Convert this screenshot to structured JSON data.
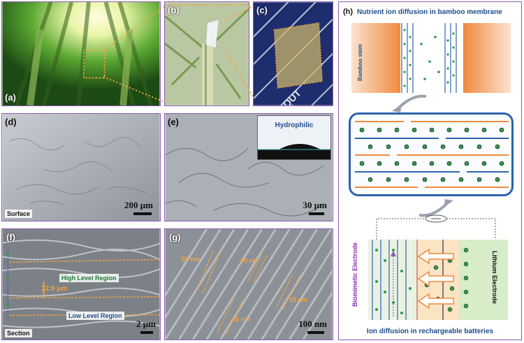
{
  "panels": {
    "a": {
      "label": "(a)"
    },
    "b": {
      "label": "(b)"
    },
    "c": {
      "label": "(c)",
      "watermark": "QUT"
    },
    "d": {
      "label": "(d)",
      "scale": "200 μm",
      "tag": "Surface"
    },
    "e": {
      "label": "(e)",
      "scale": "30 μm",
      "inset": "Hydrophilic"
    },
    "f": {
      "label": "(f)",
      "scale": "2 μm",
      "tag": "Section",
      "high": "High Level Region",
      "low": "Low Level Region",
      "thickness": "12.9 μm"
    },
    "g": {
      "label": "(g)",
      "scale": "100 nm",
      "m1": "55 nm",
      "m2": "10 nm",
      "m3": "15 nm",
      "m4": "45 nm"
    },
    "h": {
      "label": "(h)",
      "title": "Nutrient ion diffusion in bamboo membrane",
      "stem": "Bamboo stem",
      "bio": "Biomimetic Electrode",
      "li": "Lithium Electrode",
      "caption": "Ion diffusion in rechargeable batteries"
    }
  },
  "colors": {
    "border": "#8b5bb5",
    "accent": "#f4a340",
    "blue": "#2e63b0",
    "green": "#2f9a4c"
  }
}
